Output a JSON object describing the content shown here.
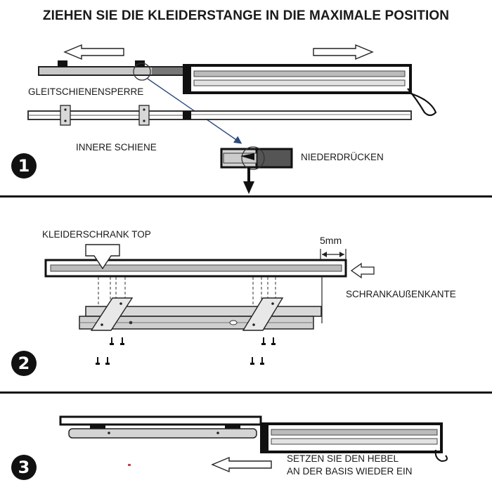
{
  "title": "ZIEHEN SIE DIE KLEIDERSTANGE IN DIE MAXIMALE POSITION",
  "step1": {
    "number": "1",
    "label_lock": "GLEITSCHIENENSPERRE",
    "label_inner": "INNERE SCHIENE",
    "label_press": "NIEDERDRÜCKEN"
  },
  "step2": {
    "number": "2",
    "label_top": "KLEIDERSCHRANK TOP",
    "label_gap": "5mm",
    "label_edge": "SCHRANKAUßENKANTE"
  },
  "step3": {
    "number": "3",
    "label_line1": "SETZEN SIE DEN HEBEL",
    "label_line2": "AN DER BASIS WIEDER EIN"
  }
}
